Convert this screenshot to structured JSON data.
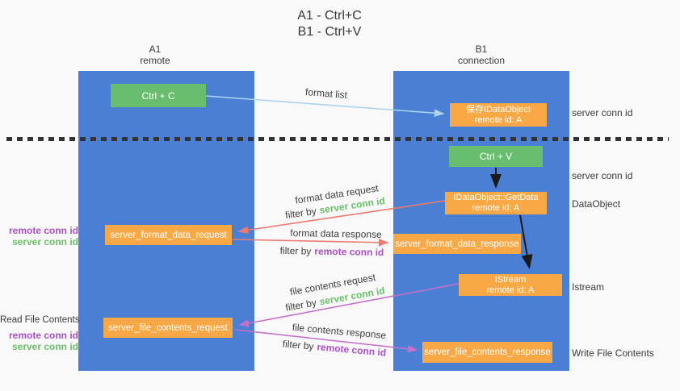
{
  "title": {
    "line1": "A1 - Ctrl+C",
    "line2": "B1 - Ctrl+V"
  },
  "lifelines": {
    "left": {
      "name": "A1",
      "role": "remote"
    },
    "right": {
      "name": "B1",
      "role": "connection"
    }
  },
  "nodes": {
    "ctrl_c": {
      "label": "Ctrl + C"
    },
    "save_idataobject": {
      "line1": "保存IDataObject",
      "line2": "remote id: A"
    },
    "ctrl_v": {
      "label": "Ctrl + V"
    },
    "getdata": {
      "line1": "IDataObject::GetData",
      "line2": "remote id: A"
    },
    "server_format_data_request": {
      "label": "server_format_data_request"
    },
    "server_format_data_response": {
      "label": "server_format_data_response"
    },
    "istream": {
      "line1": "IStream",
      "line2": "remote id: A"
    },
    "server_file_contents_request": {
      "label": "server_file_contents_request"
    },
    "server_file_contents_response": {
      "label": "server_file_contents_response"
    }
  },
  "edges": {
    "format_list": "format list",
    "format_data_request": "format data request",
    "format_data_response": "format data response",
    "file_contents_request": "file contents request",
    "file_contents_response": "file contents response",
    "filter_by": "filter by",
    "server_conn_id": "server conn id",
    "remote_conn_id": "remote conn id"
  },
  "annotations": {
    "server_conn_id_top": "server conn id",
    "server_conn_id_mid": "server conn id",
    "dataobject": "DataObject",
    "istream": "Istream",
    "write_file_contents": "Write File Contents",
    "read_file_contents": "Read File Contents",
    "remote_conn_id_upper": "remote conn id",
    "server_conn_id_upper": "server conn id",
    "remote_conn_id_lower": "remote conn id",
    "server_conn_id_lower": "server conn id"
  },
  "colors": {
    "lifeline_blue": "#4a7fd4",
    "node_orange": "#f8a844",
    "node_green": "#68bd6e",
    "arrow_red": "#ec7a70",
    "arrow_magenta": "#c470cc",
    "arrow_lightblue": "#a9d3ef",
    "arrow_black": "#1a1a1a",
    "label_green": "#6abf69",
    "label_purple": "#ab4fc8",
    "text_dark": "#3a3a3a",
    "background": "#f9f9f9"
  }
}
